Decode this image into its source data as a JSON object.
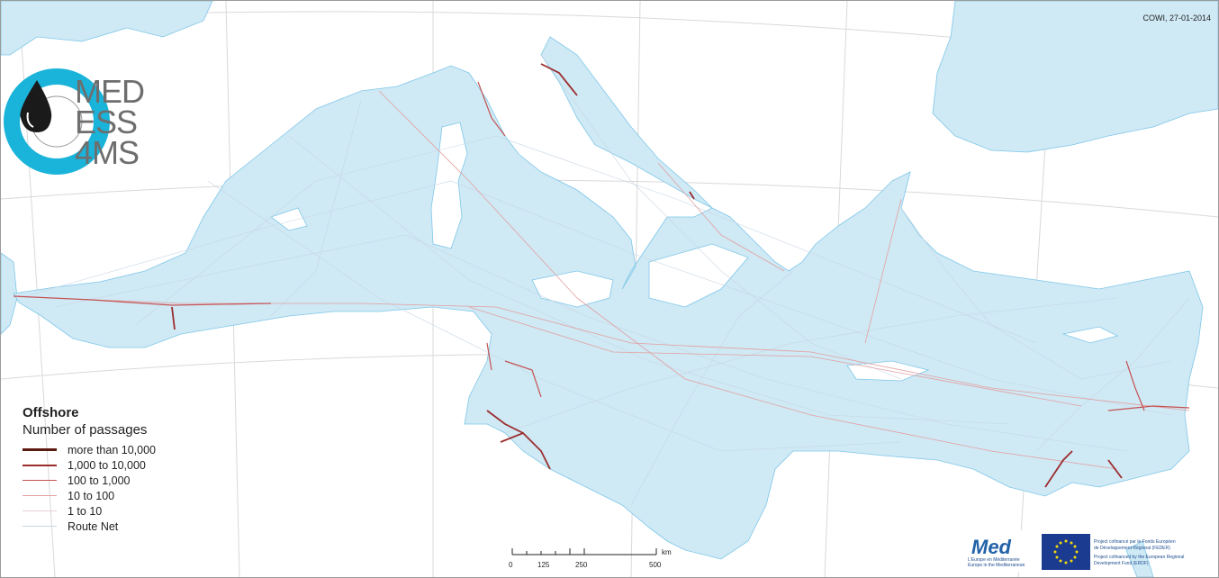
{
  "credit": "COWI, 27-01-2014",
  "logo": {
    "line1": "MED",
    "line2": "ESS",
    "line3": "4MS",
    "colors": {
      "ring": "#1ab3d9",
      "drop": "#1a1a1a",
      "text": "#6e6e6e"
    }
  },
  "legend": {
    "title": "Offshore",
    "subtitle": "Number of passages",
    "items": [
      {
        "label": "more than 10,000",
        "color": "#5a1a10",
        "width_class": "thickest"
      },
      {
        "label": "1,000 to 10,000",
        "color": "#9b2d2d",
        "width_class": "thick"
      },
      {
        "label": "100 to 1,000",
        "color": "#c45454",
        "width_class": "medium"
      },
      {
        "label": "10 to 100",
        "color": "#e3a0a0",
        "width_class": "thin"
      },
      {
        "label": "1 to 10",
        "color": "#ead2d2",
        "width_class": "thinnest"
      },
      {
        "label": "Route Net",
        "color": "#c8d6e4",
        "width_class": "net"
      }
    ]
  },
  "scalebar": {
    "unit": "km",
    "ticks": [
      "0",
      "125",
      "250",
      "500"
    ]
  },
  "funding": {
    "med_word": "Med",
    "med_line1": "L'Europe en Méditerranée",
    "med_line2": "Europe in the Mediterranean",
    "eu_text_fr_1": "Project cofinancé par le Fonds Européen",
    "eu_text_fr_2": "de Développement Régional (FEDER)",
    "eu_text_en_1": "Project cofinanced by the European Regional",
    "eu_text_en_2": "Development Fund (ERDF)"
  },
  "colors": {
    "sea": "#cfe9f5",
    "sea_outline": "#7fc7e8",
    "land": "#ffffff",
    "graticule": "#d6d6d6"
  }
}
